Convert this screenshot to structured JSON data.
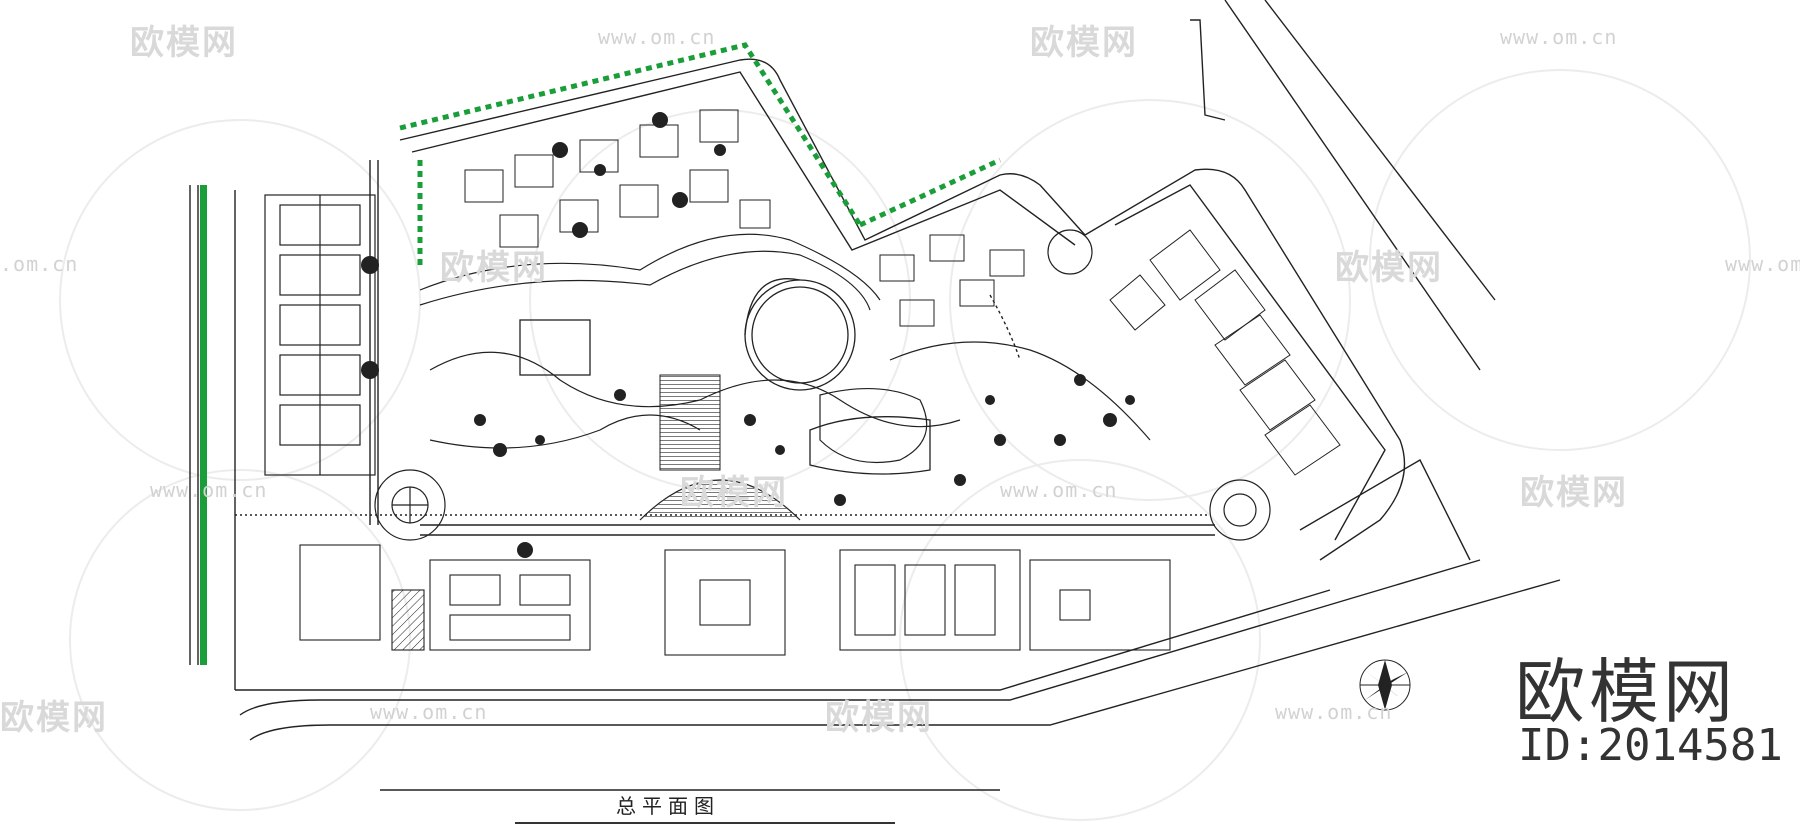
{
  "drawing": {
    "title": "总平面图",
    "brand": "欧模网",
    "brand_id": "ID:2014581"
  },
  "watermarks": {
    "text": "欧模网",
    "url": "www.om.cn",
    "url_short": ".om.cn"
  },
  "colors": {
    "line": "#222222",
    "tree": "#1a9e3a",
    "watermark": "#d9d9d9"
  },
  "icons": [
    "north-arrow-icon",
    "roundabout-icon",
    "tree-symbol-icon"
  ]
}
